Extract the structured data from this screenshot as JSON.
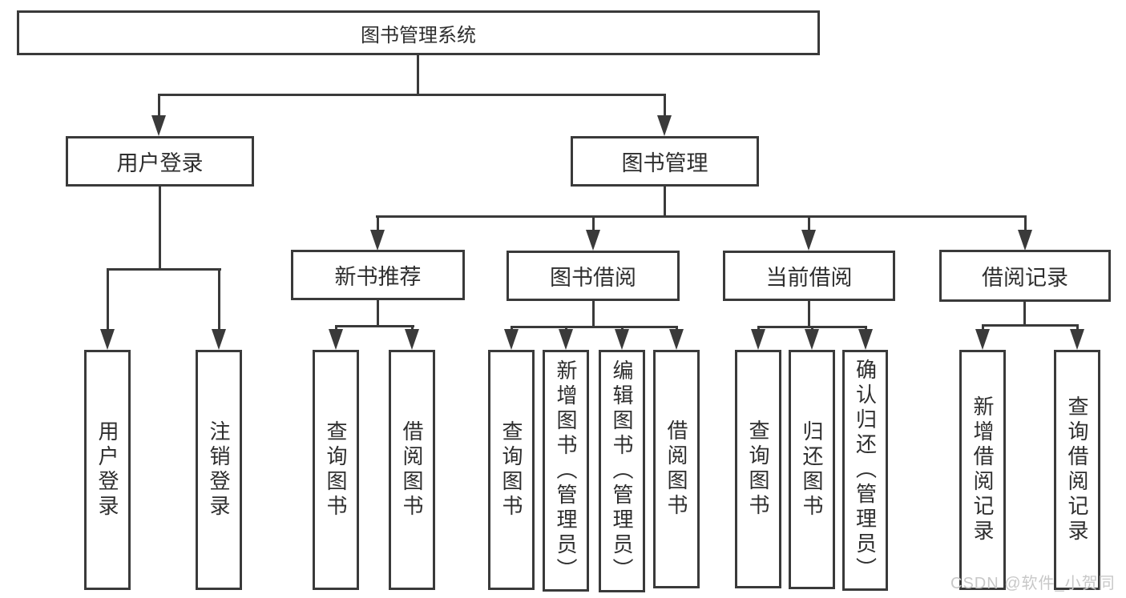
{
  "colors": {
    "line": "#3a3a3a",
    "text": "#2e2e2e",
    "box_background": "#ffffff",
    "watermark": "#c8c8c8"
  },
  "nodes": {
    "root": "图书管理系统",
    "user_login": "用户登录",
    "book_mgmt": "图书管理",
    "new_book_rec": "新书推荐",
    "book_borrow": "图书借阅",
    "current_borrow": "当前借阅",
    "borrow_record": "借阅记录",
    "leaf_user_login": "用户登录",
    "leaf_logout": "注销登录",
    "leaf_nbr_query_books": "查询图书",
    "leaf_nbr_borrow_books": "借阅图书",
    "leaf_bb_query_books": "查询图书",
    "leaf_bb_add_books": "新增图书（管理员）",
    "leaf_bb_edit_books": "编辑图书（管理员）",
    "leaf_bb_borrow_books": "借阅图书",
    "leaf_cb_query_books": "查询图书",
    "leaf_cb_return_books": "归还图书",
    "leaf_cb_confirm_return": "确认归还（管理员）",
    "leaf_br_add_record": "新增借阅记录",
    "leaf_br_query_record": "查询借阅记录"
  },
  "hierarchy": {
    "图书管理系统": {
      "用户登录": [
        "用户登录",
        "注销登录"
      ],
      "图书管理": {
        "新书推荐": [
          "查询图书",
          "借阅图书"
        ],
        "图书借阅": [
          "查询图书",
          "新增图书（管理员）",
          "编辑图书（管理员）",
          "借阅图书"
        ],
        "当前借阅": [
          "查询图书",
          "归还图书",
          "确认归还（管理员）"
        ],
        "借阅记录": [
          "新增借阅记录",
          "查询借阅记录"
        ]
      }
    }
  },
  "watermark": "CSDN @软件_小贺同学"
}
